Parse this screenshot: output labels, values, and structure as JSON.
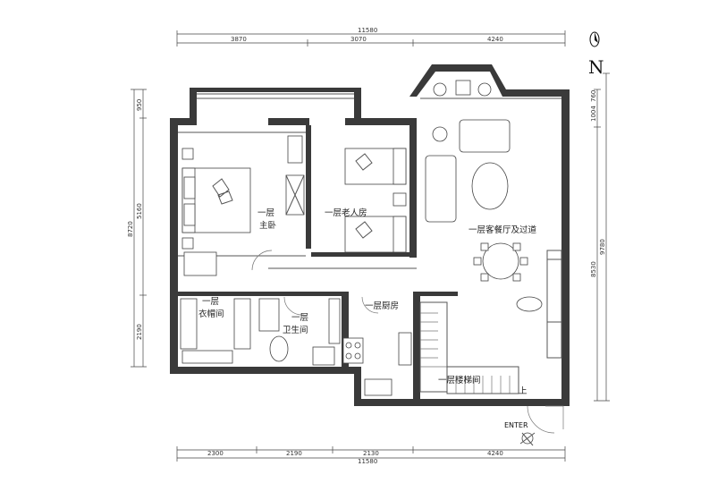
{
  "north": {
    "letter": "N"
  },
  "dimensions": {
    "top_total": "11580",
    "top_segments": [
      "3870",
      "3070",
      "4240"
    ],
    "bottom_total": "11580",
    "bottom_segments": [
      "2300",
      "2190",
      "2130",
      "4240"
    ],
    "left_total": "8720",
    "left_segments": [
      "950",
      "5160",
      "2190"
    ],
    "right_total": "9780",
    "right_upper": "1004",
    "right_upper2": "760",
    "right_inner": "8530"
  },
  "rooms": {
    "master_bedroom": [
      "一层",
      "主卧"
    ],
    "elder_room": "一层老人房",
    "living": "一层客餐厅及过道",
    "closet": [
      "一层",
      "衣帽间"
    ],
    "bathroom": [
      "一层",
      "卫生间"
    ],
    "kitchen": "一层厨房",
    "stair": "一层楼梯间"
  },
  "stair_up": "上",
  "entrance": "ENTER"
}
